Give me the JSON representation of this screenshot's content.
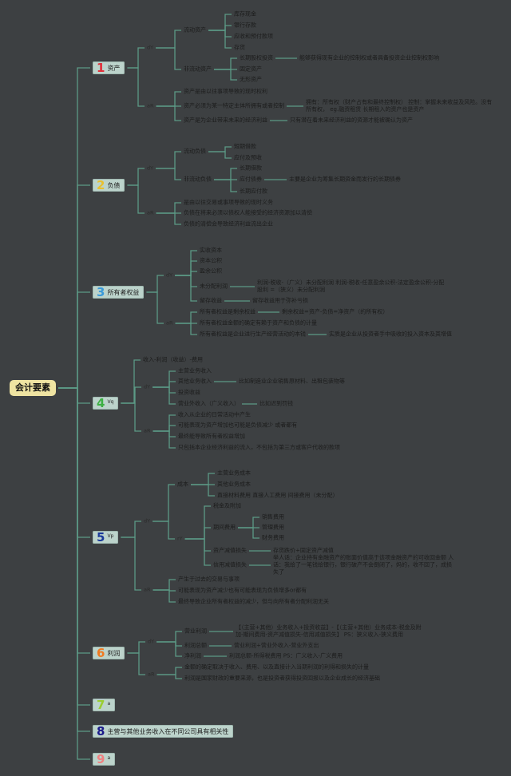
{
  "root": "会计要素",
  "colors": {
    "line": "#5c9a86",
    "background": "#3d4042",
    "node_fill": "#bcd3cb",
    "root_fill": "#efe4a2",
    "num1": "#e0303a",
    "num2": "#e8c030",
    "num3": "#3a9ad9",
    "num4": "#3cb043",
    "num5": "#1a3a9a",
    "num6": "#f07a20",
    "num7": "#9acd32",
    "num8": "#1a1a8a",
    "num9": "#f08080"
  },
  "s1": {
    "num": "1",
    "label": "资产",
    "dy": "dY",
    "ar": "aR",
    "current": "流动资产",
    "current_items": [
      "库存现金",
      "银行存款",
      "应收和预付款项",
      "存货"
    ],
    "noncurrent": "非流动资产",
    "noncurrent_items": [
      "长期股权投资",
      "固定资产",
      "无形资产"
    ],
    "ltei_note": "能够获得现有企业的控制权或者具备投资企业控制权影响",
    "traits": [
      "资产是由以往事项导致的现时权利",
      "资产必须为某一特定主体所拥有或者控制",
      "资产是为企业带来未来的经济利益"
    ],
    "control_note": "拥有：所有权（财产占有和最终控制权） 控制：掌握未来收益及风险。没有所有权， eg.融资租赁 长期租入的资产也是资产",
    "benefit_note": "只有潜在着未来经济利益的资源才能被确认为资产"
  },
  "s2": {
    "num": "2",
    "label": "负债",
    "dy": "dY",
    "ar": "aR",
    "current": "流动负债",
    "current_items": [
      "短期借款",
      "应付及预收"
    ],
    "noncurrent": "非流动负债",
    "noncurrent_items": [
      "长期借款",
      "应付债券",
      "长期应付款"
    ],
    "bond_note": "主要是企业为筹集长期资金而发行的长期债券",
    "traits": [
      "是由以往交易或事项导致的现时义务",
      "负债在将来必须以债权人能接受的经济资源加以清偿",
      "负债的清偿会导致经济利益流出企业"
    ]
  },
  "s3": {
    "num": "3",
    "label": "所有者权益",
    "dy": "dY",
    "ar": "aR",
    "items": [
      "实收资本",
      "资本公积",
      "盈余公积",
      "未分配利润",
      "留存收益"
    ],
    "undistributed_note": "利润-税收-（广义）未分配利润 利润-税收-任意盈余公积-法定盈余公积-分配股利 =（狭义）未分配利润",
    "retained_note": "留存收益用于弥补亏损",
    "traits": [
      "所有者权益是剩余权益",
      "所有者权益金额的确定有赖于资产和负债的计量",
      "所有者权益是企业进行生产经营活动的本钱"
    ],
    "residual_note": "剩余权益=资产-负债=净资产（的所有权）",
    "capital_note": "实质是企业从投资者手中吸收的投入资本及其增值"
  },
  "s4": {
    "num": "4",
    "label": "Vq",
    "formula": "收入-利润（收益）-费用",
    "dy": "dY",
    "ar": "aR",
    "items": [
      "主营业务收入",
      "其他业务收入",
      "投资收益",
      "营业外收入（广义收入）"
    ],
    "other_note": "比如制造业企业销售原材料、出租包装物等",
    "nonop_note": "比如迟到罚钱",
    "traits": [
      "收入从企业的日常活动中产生",
      "可能表现为资产增加也可能是负债减少 或者都有",
      "最终能导致所有者权益增加",
      "只包括本企业经济利益的流入，不包括为第三方或客户代收的款项"
    ]
  },
  "s5": {
    "num": "5",
    "label": "Vp",
    "dy": "dY",
    "ar": "aR",
    "cost": "成本",
    "cost_items": [
      "主营业务成本",
      "其他业务成本",
      "直接材料费用 直接人工费用 间接费用（未分配）"
    ],
    "expense": "rY",
    "tax": "税金及附加",
    "period": "期间费用",
    "period_items": [
      "销售费用",
      "管理费用",
      "财务费用"
    ],
    "impairment": "资产减值损失",
    "impairment_note": "存货跌价+固定资产减值",
    "credit": "信用减值损失",
    "credit_note": "举人话：企业持有金融资产的账面价值高于该项金融资产的可收回金额 人话：我给了一笔钱给银行，银行破产不会倒闭了，妈的，收不回了，成损失了",
    "traits": [
      "产生于过去的交易与事项",
      "可能表现为资产减少也有可能表现为负债增多or都有",
      "最终导致企业所有者权益的减少，但与向所有者分配利润无关"
    ]
  },
  "s6": {
    "num": "6",
    "label": "利润",
    "dy": "dY",
    "ar": "aR",
    "operating": "营业利润",
    "operating_note": "【（主营+其他）业务收入+投资收益】-【（主营+其他）业务成本-税金及附加-期间费用-资产减值损失-信用减值损失】 PS：狭义收入-狭义费用",
    "total": "利润总额",
    "total_note": "营业利润+营业外收入-营业外支出",
    "net": "净利润",
    "net_note": "利润总额-所得税费用 PS：广义收入-广义费用",
    "traits": [
      "金额的确定取决于收入、费用、以及直接计入当期利润的利得和损失的计量",
      "利润是国家财政的重要来源，也是投资者获得投资回报以及企业成长的经济基础"
    ]
  },
  "s7": {
    "num": "7",
    "label": "a"
  },
  "s8": {
    "num": "8",
    "label": "主营与其他业务收入在不同公司具有相关性"
  },
  "s9": {
    "num": "9",
    "label": "a"
  }
}
